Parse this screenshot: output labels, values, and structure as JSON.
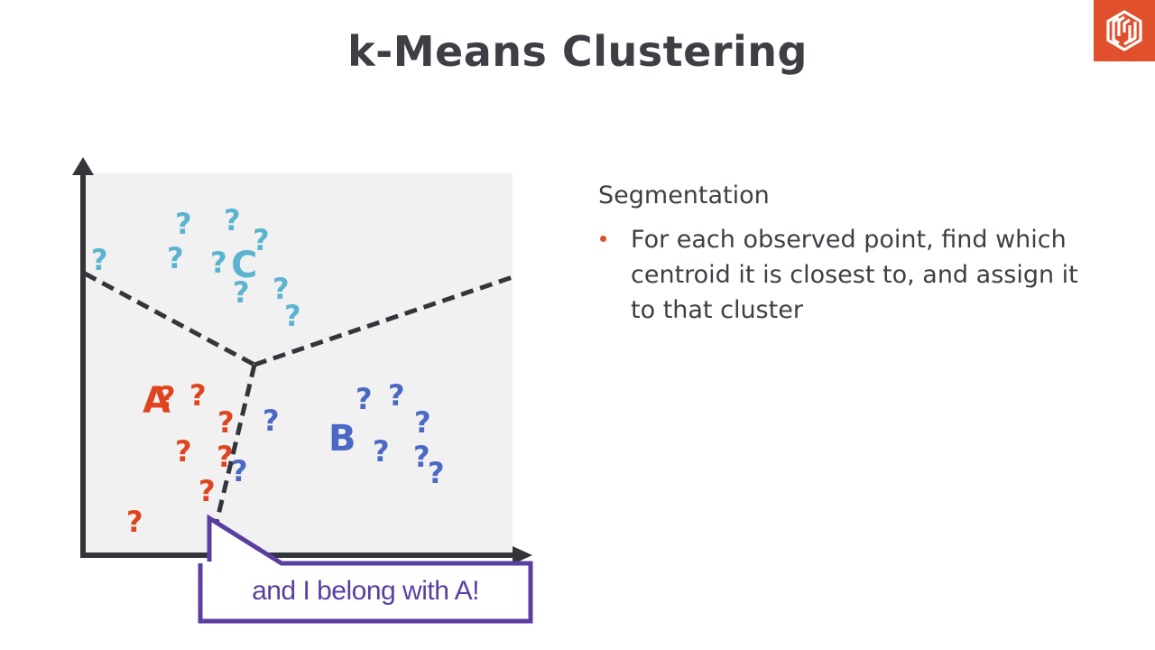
{
  "slide": {
    "title": "k-Means Clustering",
    "logo_icon": "hexagon-stripes-logo-icon",
    "colors": {
      "accent": "#e0502c",
      "text": "#3d3f45",
      "cluster_a": "#e0441f",
      "cluster_b": "#4a68c4",
      "cluster_c": "#5bb4cf",
      "callout": "#5a3ea0",
      "plot_bg": "#f1f1f1",
      "axis": "#33353b"
    }
  },
  "diagram": {
    "centroids": [
      {
        "label": "A",
        "cluster": "a"
      },
      {
        "label": "B",
        "cluster": "b"
      },
      {
        "label": "C",
        "cluster": "c"
      }
    ],
    "point_glyph": "?",
    "callout_text": "and I belong with A!"
  },
  "panel": {
    "heading": "Segmentation",
    "bullets": [
      "For each observed point, find which centroid it is closest to, and assign it to that cluster"
    ]
  }
}
